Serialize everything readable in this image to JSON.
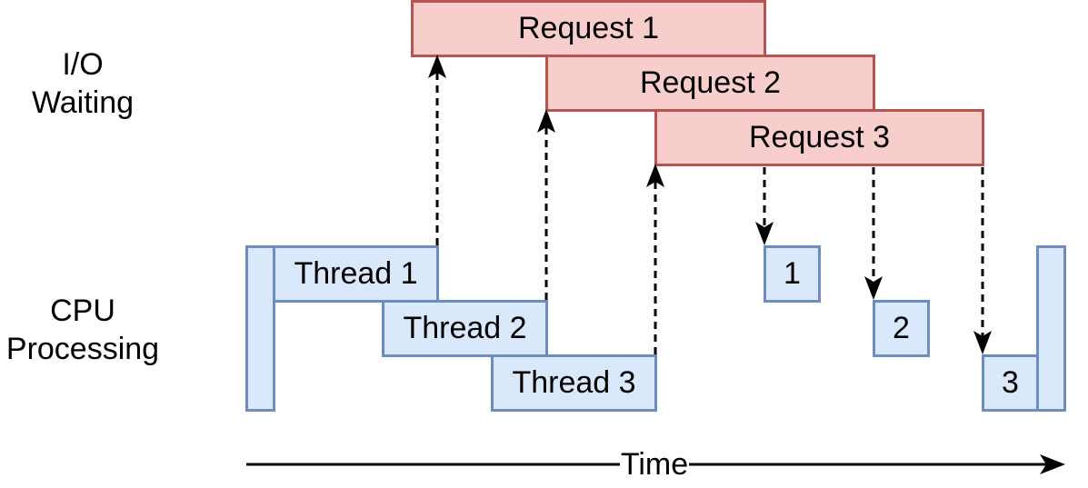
{
  "labels": {
    "io_line1": "I/O",
    "io_line2": "Waiting",
    "cpu_line1": "CPU",
    "cpu_line2": "Processing",
    "time": "Time"
  },
  "requests": [
    "Request 1",
    "Request 2",
    "Request 3"
  ],
  "threads": [
    "Thread 1",
    "Thread 2",
    "Thread 3"
  ],
  "callbacks": [
    "1",
    "2",
    "3"
  ],
  "colors": {
    "request_fill": "#f8cecc",
    "request_border": "#b85450",
    "thread_fill": "#dae8fc",
    "thread_border": "#6c8ebf",
    "arrow": "#000000"
  }
}
